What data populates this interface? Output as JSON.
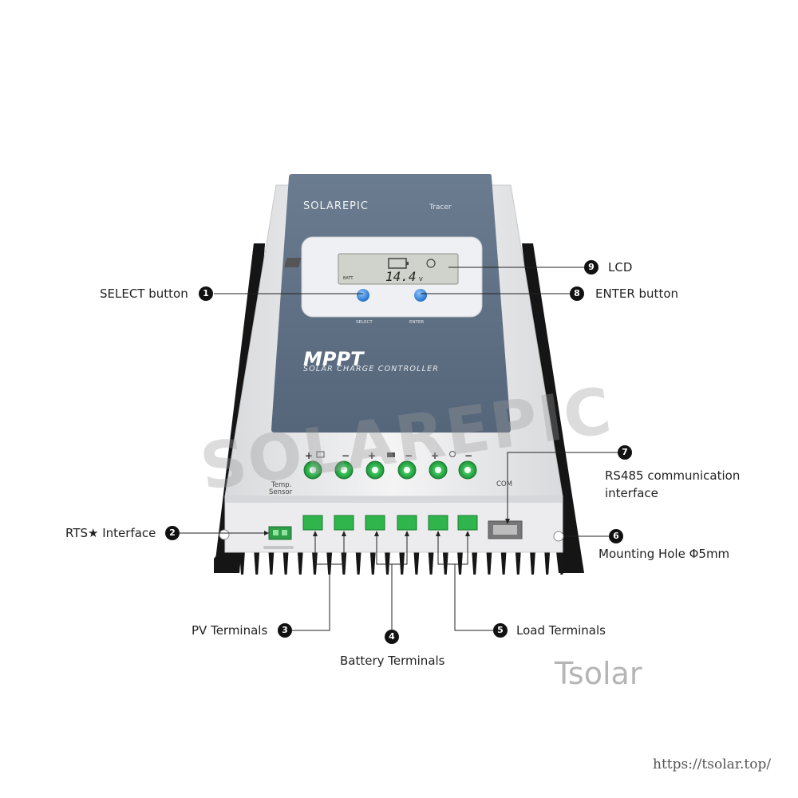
{
  "device": {
    "brand": "SOLAREPIC",
    "model": "Tracer",
    "title": "MPPT",
    "subtitle": "SOLAR CHARGE CONTROLLER",
    "lcd_batt": "BATT.",
    "lcd_value": "14.4",
    "lcd_unit": "V",
    "select_label": "SELECT",
    "enter_label": "ENTER",
    "temp_label_1": "Temp.",
    "temp_label_2": "Sensor",
    "com_label": "COM",
    "plus": "+",
    "minus": "−",
    "watermark": "SOLAREPIC",
    "colors": {
      "panel": "#5e6f83",
      "body": "#e9eaec",
      "button": "#3f8fe0",
      "terminal": "#2eb34a",
      "fin": "#1a1a1a"
    }
  },
  "callouts": [
    {
      "num": "1",
      "text": "SELECT button"
    },
    {
      "num": "2",
      "text": "RTS★ Interface"
    },
    {
      "num": "3",
      "text": "PV Terminals"
    },
    {
      "num": "4",
      "text": "Battery Terminals"
    },
    {
      "num": "5",
      "text": "Load Terminals"
    },
    {
      "num": "6",
      "text": "Mounting Hole Φ5mm"
    },
    {
      "num": "7",
      "text": "RS485 communication",
      "text2": "interface"
    },
    {
      "num": "8",
      "text": "ENTER button"
    },
    {
      "num": "9",
      "text": "LCD"
    }
  ],
  "branding": {
    "logo": "Tsolar",
    "url": "https://tsolar.top/"
  }
}
